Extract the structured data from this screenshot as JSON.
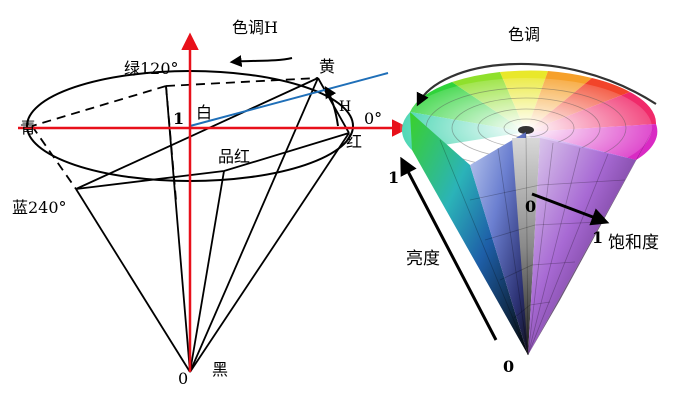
{
  "left_diagram": {
    "hue_label": "色调H",
    "green_label": "绿120°",
    "yellow_label": "黄",
    "cyan_label": "青",
    "white_label": "白",
    "one_label": "1",
    "angle_h_label": "H",
    "zero_deg_label": "0°",
    "red_label": "红",
    "magenta_label": "品红",
    "blue_label": "蓝240°",
    "black_label": "黑",
    "origin_zero_label": "0"
  },
  "right_diagram": {
    "hue_label": "色调",
    "value_one_label": "1",
    "value_label": "亮度",
    "sat_zero_label": "0",
    "sat_one_label": "1",
    "saturation_label": "饱和度",
    "bottom_zero_label": "0"
  },
  "colors": {
    "axis_red": "#e8101a",
    "line_blue": "#1f6fb8",
    "line_black": "#000000"
  }
}
